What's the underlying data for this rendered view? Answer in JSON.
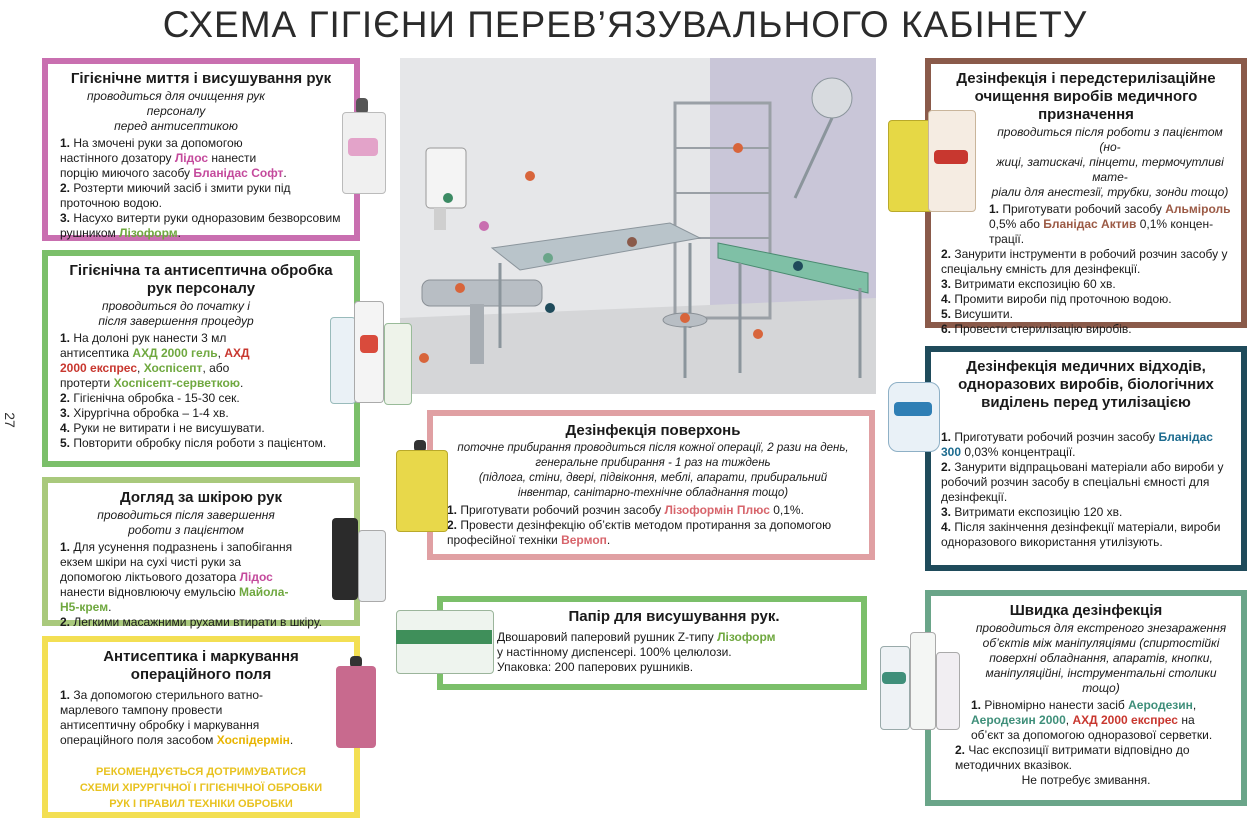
{
  "title": "СХЕМА ГІГІЄНИ ПЕРЕВ’ЯЗУВАЛЬНОГО КАБІНЕТУ",
  "page_number": "27",
  "colors": {
    "pink": "#c96fb0",
    "green": "#7bbf6a",
    "lightgreen": "#a9c97c",
    "yellow": "#f3df53",
    "rose": "#e0a0a3",
    "brown": "#8a5a4a",
    "navy": "#1f4b5b",
    "teal": "#6aa589"
  },
  "hand_wash": {
    "title": "Гігієнічне миття і висушування рук",
    "sub1": "проводиться для очищення рук персоналу",
    "sub2": "перед антисептикою",
    "s1_num": "1.",
    "s1a": " На змочені руки за допомогою настінного дозатору ",
    "s1_prod": "Лідос",
    "s1b": " нанести порцію миючого засобу ",
    "s1_prod2": "Бланідас Софт",
    "s1c": ".",
    "s2_num": "2.",
    "s2": " Розтерти миючий засіб і змити руки під проточною водою.",
    "s3_num": "3.",
    "s3a": " Насухо витерти  руки одноразовим безворсовим рушником ",
    "s3_prod": "Лізоформ",
    "s3b": "."
  },
  "antiseptic": {
    "title1": "Гігієнічна та антисептична обробка",
    "title2": "рук персоналу",
    "sub1": "проводиться до початку і",
    "sub2": "після завершення процедур",
    "s1_num": "1.",
    "s1a": " На долоні рук нанести 3 мл антисептика ",
    "p1": "АХД 2000 гель",
    "c1": ", ",
    "p2": "АХД 2000 експрес",
    "c2": ",",
    "p3": "Хоспісепт",
    "s1b": ", або протерти ",
    "p4": "Хоспісепт-серветкою",
    "s1c": ".",
    "s2_num": "2.",
    "s2": " Гігієнічна обробка - 15-30 сек.",
    "s3_num": "3.",
    "s3": " Хірургічна обробка – 1-4 хв.",
    "s4_num": "4.",
    "s4": " Руки не витирати і не висушувати.",
    "s5_num": "5.",
    "s5": " Повторити обробку після роботи з пацієнтом."
  },
  "skin_care": {
    "title": "Догляд за шкірою рук",
    "sub1": "проводиться після завершення",
    "sub2": "роботи з пацієнтом",
    "s1_num": "1.",
    "s1a": " Для усунення подразнень і запобігання екзем шкіри на сухі чисті руки за допомогою ліктьового дозатора ",
    "s1_prod": "Лідос",
    "s1b": " нанести відновлюючу емульсію ",
    "s1_prod2": "Майола-Н5-крем",
    "s1c": ".",
    "s2_num": "2.",
    "s2": " Легкими масажними рухами втирати в шкіру."
  },
  "operating_field": {
    "title1": "Антисептика і маркування",
    "title2": "операційного поля",
    "s1_num": "1.",
    "s1a": " За допомогою стерильного ватно-марлевого тампону провести антисептичну обробку і маркування операційного поля засобом ",
    "s1_prod": "Хоспідермін",
    "s1b": ".",
    "note1": "РЕКОМЕНДУЄТЬСЯ ДОТРИМУВАТИСЯ",
    "note2": "СХЕМИ ХІРУРГІЧНОЇ І ГІГІЄНІЧНОЇ ОБРОБКИ",
    "note3": "РУК І ПРАВИЛ ТЕХНІКИ ОБРОБКИ"
  },
  "surfaces": {
    "title": "Дезінфекція поверхонь",
    "sub1": "поточне прибирання проводиться після кожної операції, 2 рази на день,",
    "sub2": "генеральне прибирання - 1 раз на тиждень",
    "sub3": "(підлога, стіни, двері, підвіконня, меблі, апарати, прибиральний",
    "sub4": "інвентар, санітарно-технічне обладнання тощо)",
    "s1_num": "1.",
    "s1a": " Приготувати робочий розчин засобу  ",
    "s1_prod": "Лізоформін Плюс",
    "s1b": " 0,1%.",
    "s2_num": "2.",
    "s2a": " Провести дезінфекцію об’єктів методом протирання за допомогою професійної техніки ",
    "s2_prod": "Вермоп",
    "s2b": "."
  },
  "paper": {
    "title": "Папір для висушування рук.",
    "l1a": "Двошаровий паперовий рушник Z-типу ",
    "l1_prod": "Лізоформ",
    "l2": "у настінному диспенсері. 100% целюлози.",
    "l3": "Упаковка: 200 паперових рушників."
  },
  "instruments": {
    "title1": "Дезінфекція і передстерилізаційне",
    "title2": "очищення виробів медичного",
    "title3": "призначення",
    "sub1": "проводиться після роботи з пацієнтом (но-",
    "sub2": "жиці, затискачі, пінцети, термочутливі мате-",
    "sub3": "ріали для анестезії, трубки, зонди тощо)",
    "s1_num": "1.",
    "s1a": " Приготувати робочий засобу ",
    "s1_prod": "Альміроль",
    "s1b": " 0,5% або ",
    "s1_prod2": "Бланідас Актив",
    "s1c": " 0,1% концен-трації.",
    "s2_num": "2.",
    "s2": " Занурити інструменти в робочий розчин засобу у спеціальну ємність для дезінфекції.",
    "s3_num": "3.",
    "s3": " Витримати експозицію 60 хв.",
    "s4_num": "4.",
    "s4": " Промити вироби під проточною водою.",
    "s5_num": "5.",
    "s5": " Висушити.",
    "s6_num": "6.",
    "s6": " Провести стерилізацію виробів."
  },
  "waste": {
    "title1": "Дезінфекція медичних відходів,",
    "title2": "одноразових виробів, біологічних",
    "title3": "виділень перед утилізацією",
    "s1_num": "1.",
    "s1a": " Приготувати робочий розчин засобу ",
    "s1_prod": "Бланідас 300",
    "s1b": " 0,03% концентрації.",
    "s2_num": "2.",
    "s2": " Занурити відпрацьовані матеріали або вироби у робочий розчин засобу в спеціальні ємності для дезінфекції.",
    "s3_num": "3.",
    "s3": " Витримати експозицію 120 хв.",
    "s4_num": "4.",
    "s4": " Після закінчення дезінфекції матеріали, вироби одноразового використання утилізують."
  },
  "quick": {
    "title": "Швидка дезінфекція",
    "sub1": "проводиться для екстреного знезараження",
    "sub2": "об’єктів між маніпуляціями (спиртостійкі",
    "sub3": "поверхні обладнання, апаратів, кнопки,",
    "sub4": "маніпуляційні, інструментальні столики тощо)",
    "s1_num": "1.",
    "s1a": " Рівномірно нанести засіб ",
    "p1": "Аеродезин",
    "c1": ", ",
    "p2": "Аеродезин 2000",
    "c2": ", ",
    "p3": "АХД 2000 експрес",
    "s1b": " на об’єкт за допомогою одноразової серветки.",
    "s2_num": "2.",
    "s2": " Час експозиції витримати відповідно до методичних вказівок.",
    "s3": "Не потребує змивання."
  }
}
